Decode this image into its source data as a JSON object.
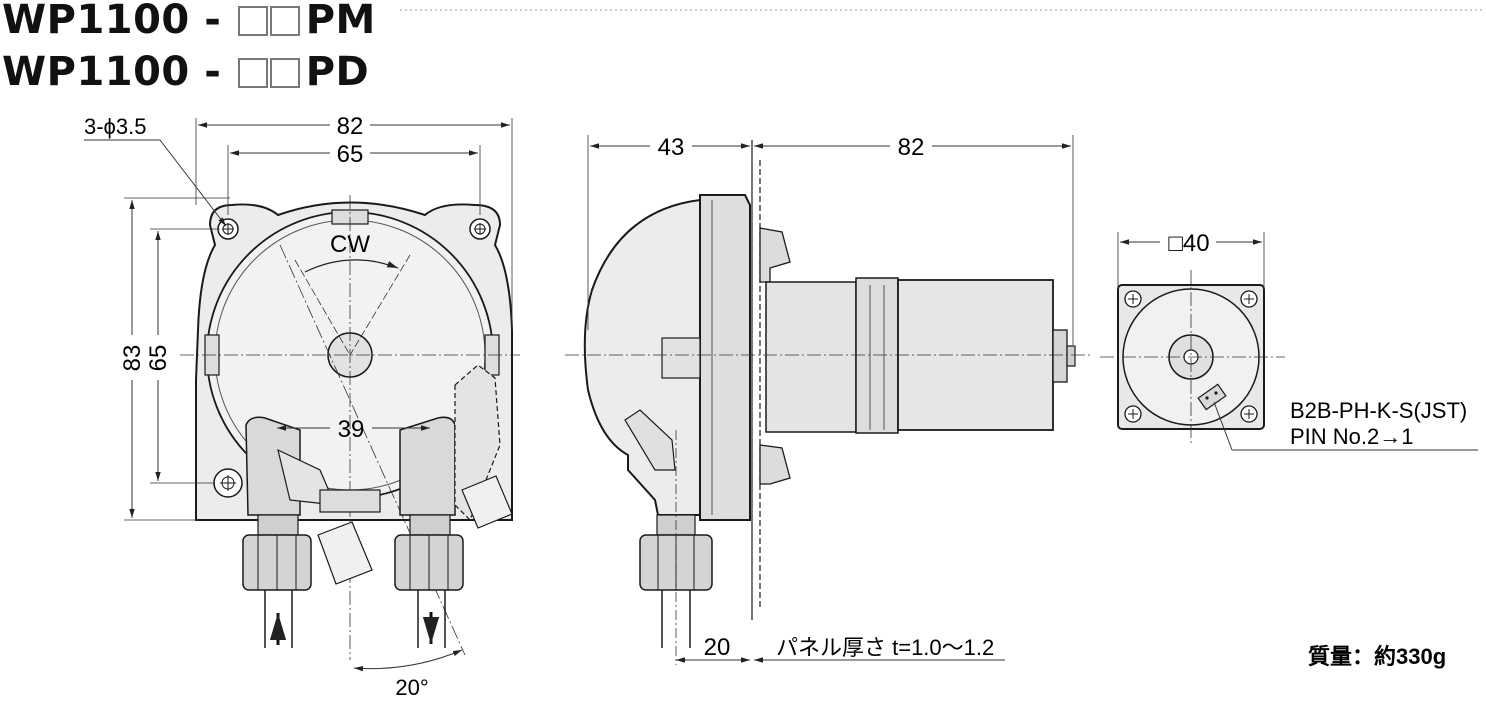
{
  "title": {
    "line1_prefix": "WP1100 - ",
    "line1_suffix": "PM",
    "line2_prefix": "WP1100 - ",
    "line2_suffix": "PD"
  },
  "front_view": {
    "hole_callout": "3-ϕ3.5",
    "width_outer": "82",
    "width_holes": "65",
    "height_outer": "83",
    "height_holes": "65",
    "rotation_label": "CW",
    "port_spacing": "39",
    "swing_angle": "20°"
  },
  "side_view": {
    "front_depth": "43",
    "motor_depth": "82",
    "tube_offset": "20",
    "panel_note": "パネル厚さ t=1.0〜1.2"
  },
  "rear_view": {
    "square_size": "□40",
    "connector_model": "B2B-PH-K-S(JST)",
    "pin_note": "PIN No.2→1"
  },
  "mass_label": "質量：約330g",
  "colors": {
    "body_fill": "#ebebeb",
    "dark_fill": "#d6d6d6",
    "line": "#1a1a1a",
    "dim_line": "#333333"
  }
}
